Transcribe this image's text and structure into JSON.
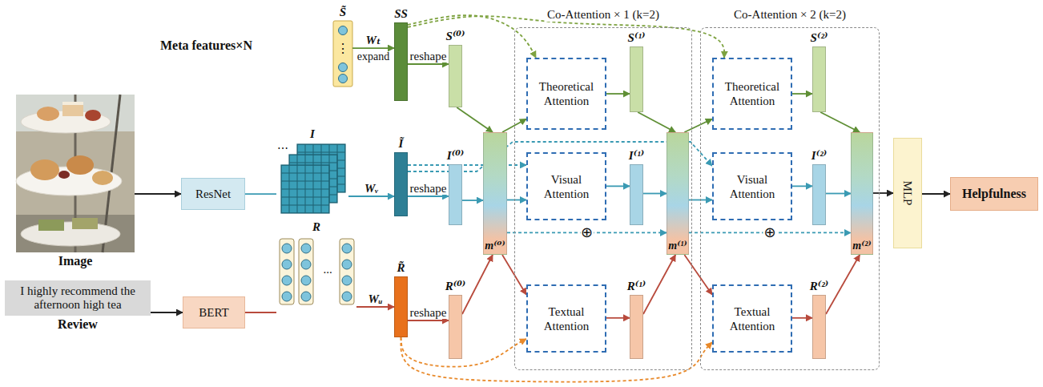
{
  "diagram": {
    "nodes": [
      {
        "text": [
          "Image"
        ]
      },
      {
        "text": [
          "ResNet"
        ]
      },
      {
        "text": [
          "I highly recommend the afternoon high tea",
          "Review"
        ]
      },
      {
        "text": [
          "BERT"
        ]
      },
      {
        "text": [
          "S̃"
        ]
      },
      {
        "text": [
          "SS"
        ]
      },
      {
        "text": [
          "S⁽⁰⁾"
        ]
      },
      {
        "text": [
          "I"
        ]
      },
      {
        "text": [
          "Ĩ"
        ]
      },
      {
        "text": [
          "I⁽⁰⁾"
        ]
      },
      {
        "text": [
          "R"
        ]
      },
      {
        "text": [
          "R̃"
        ]
      },
      {
        "text": [
          "R⁽⁰⁾"
        ]
      },
      {
        "text": [
          "m⁽⁰⁾"
        ]
      },
      {
        "text": [
          "Co-Attention × 1 (k=2)"
        ]
      },
      {
        "text": [
          "Theoretical Attention"
        ],
        "in": 14
      },
      {
        "text": [
          "S⁽¹⁾"
        ],
        "in": 14
      },
      {
        "text": [
          "Visual Attention"
        ],
        "in": 14
      },
      {
        "text": [
          "I⁽¹⁾"
        ],
        "in": 14
      },
      {
        "text": [
          "Textual Attention"
        ],
        "in": 14
      },
      {
        "text": [
          "R⁽¹⁾"
        ],
        "in": 14
      },
      {
        "text": [
          "m⁽¹⁾"
        ],
        "in": 14
      },
      {
        "text": [
          "Co-Attention × 2 (k=2)"
        ]
      },
      {
        "text": [
          "Theoretical Attention"
        ],
        "in": 22
      },
      {
        "text": [
          "S⁽²⁾"
        ],
        "in": 22
      },
      {
        "text": [
          "Visual Attention"
        ],
        "in": 22
      },
      {
        "text": [
          "I⁽²⁾"
        ],
        "in": 22
      },
      {
        "text": [
          "Textual Attention"
        ],
        "in": 22
      },
      {
        "text": [
          "R⁽²⁾"
        ],
        "in": 22
      },
      {
        "text": [
          "m⁽²⁾"
        ],
        "in": 22
      },
      {
        "text": [
          "MLP"
        ]
      },
      {
        "text": [
          "Helpfulness"
        ]
      }
    ],
    "edges": [
      {
        "from": 0,
        "to": 1,
        "arrow": "to"
      },
      {
        "from": 2,
        "to": 3,
        "arrow": "to"
      },
      {
        "from": 1,
        "to": 7,
        "arrow": "none"
      },
      {
        "from": 3,
        "to": 10,
        "arrow": "none"
      },
      {
        "from": 4,
        "to": 5,
        "arrow": "to",
        "label": "Wₜ"
      },
      {
        "from": 5,
        "to": 6,
        "arrow": "to",
        "label": "reshape"
      },
      {
        "from": 7,
        "to": 8,
        "arrow": "to",
        "label": "Wᵥ"
      },
      {
        "from": 8,
        "to": 9,
        "arrow": "to",
        "label": "reshape"
      },
      {
        "from": 10,
        "to": 11,
        "arrow": "to",
        "label": "Wᵤ"
      },
      {
        "from": 11,
        "to": 12,
        "arrow": "to",
        "label": "reshape"
      },
      {
        "from": 6,
        "to": 13,
        "arrow": "to"
      },
      {
        "from": 9,
        "to": 13,
        "arrow": "to"
      },
      {
        "from": 12,
        "to": 13,
        "arrow": "to"
      },
      {
        "from": 13,
        "to": 15,
        "arrow": "to"
      },
      {
        "from": 13,
        "to": 17,
        "arrow": "to"
      },
      {
        "from": 13,
        "to": 19,
        "arrow": "to"
      },
      {
        "from": 5,
        "to": 15,
        "arrow": "to"
      },
      {
        "from": 5,
        "to": 23,
        "arrow": "to"
      },
      {
        "from": 8,
        "to": 17,
        "arrow": "to"
      },
      {
        "from": 8,
        "to": 25,
        "arrow": "to"
      },
      {
        "from": 11,
        "to": 19,
        "arrow": "to"
      },
      {
        "from": 11,
        "to": 27,
        "arrow": "to"
      },
      {
        "from": 15,
        "to": 16,
        "arrow": "to"
      },
      {
        "from": 17,
        "to": 18,
        "arrow": "to"
      },
      {
        "from": 19,
        "to": 20,
        "arrow": "to"
      },
      {
        "from": 16,
        "to": 21,
        "arrow": "to"
      },
      {
        "from": 18,
        "to": 21,
        "arrow": "to"
      },
      {
        "from": 20,
        "to": 21,
        "arrow": "to"
      },
      {
        "from": 13,
        "to": 21,
        "arrow": "to",
        "label": "⊕"
      },
      {
        "from": 21,
        "to": 23,
        "arrow": "to"
      },
      {
        "from": 21,
        "to": 25,
        "arrow": "to"
      },
      {
        "from": 21,
        "to": 27,
        "arrow": "to"
      },
      {
        "from": 23,
        "to": 24,
        "arrow": "to"
      },
      {
        "from": 25,
        "to": 26,
        "arrow": "to"
      },
      {
        "from": 27,
        "to": 28,
        "arrow": "to"
      },
      {
        "from": 24,
        "to": 29,
        "arrow": "to"
      },
      {
        "from": 26,
        "to": 29,
        "arrow": "to"
      },
      {
        "from": 28,
        "to": 29,
        "arrow": "to"
      },
      {
        "from": 21,
        "to": 29,
        "arrow": "to",
        "label": "⊕"
      },
      {
        "from": 29,
        "to": 30,
        "arrow": "to"
      },
      {
        "from": 30,
        "to": 31,
        "arrow": "to"
      }
    ],
    "labels": [
      "Meta features×N",
      "expand",
      "⋮",
      "⋯",
      "..."
    ]
  }
}
